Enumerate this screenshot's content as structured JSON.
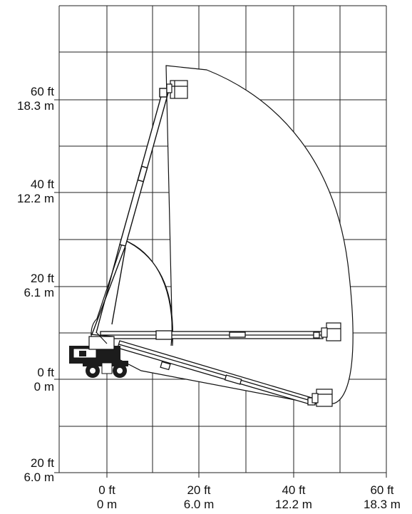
{
  "y_axis": [
    {
      "ft": "60 ft",
      "m": "18.3 m"
    },
    {
      "ft": "40 ft",
      "m": "12.2 m"
    },
    {
      "ft": "20 ft",
      "m": "6.1 m"
    },
    {
      "ft": "0 ft",
      "m": "0 m"
    },
    {
      "ft": "20 ft",
      "m": "6.0 m"
    }
  ],
  "x_axis": [
    {
      "ft": "0 ft",
      "m": "0 m"
    },
    {
      "ft": "20 ft",
      "m": "6.0 m"
    },
    {
      "ft": "40 ft",
      "m": "12.2 m"
    },
    {
      "ft": "60 ft",
      "m": "18.3 m"
    }
  ],
  "colors": {
    "grid": "#222222",
    "ink": "#111111",
    "fill": "#ffffff",
    "machine": "#222222"
  }
}
